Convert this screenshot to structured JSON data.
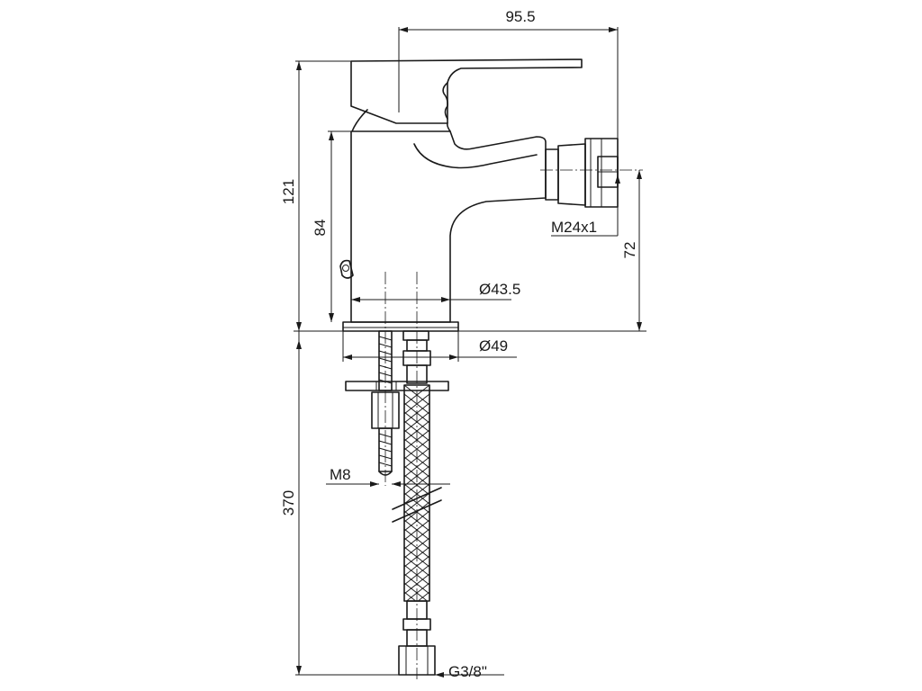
{
  "dimensions": {
    "total_width": "95.5",
    "total_height": "121",
    "body_height": "84",
    "spout_height": "72",
    "outlet_thread": "M24x1",
    "body_diameter": "Ø43.5",
    "base_diameter": "Ø49",
    "hose_length": "370",
    "stud_thread": "M8",
    "hose_thread": "G3/8\""
  }
}
